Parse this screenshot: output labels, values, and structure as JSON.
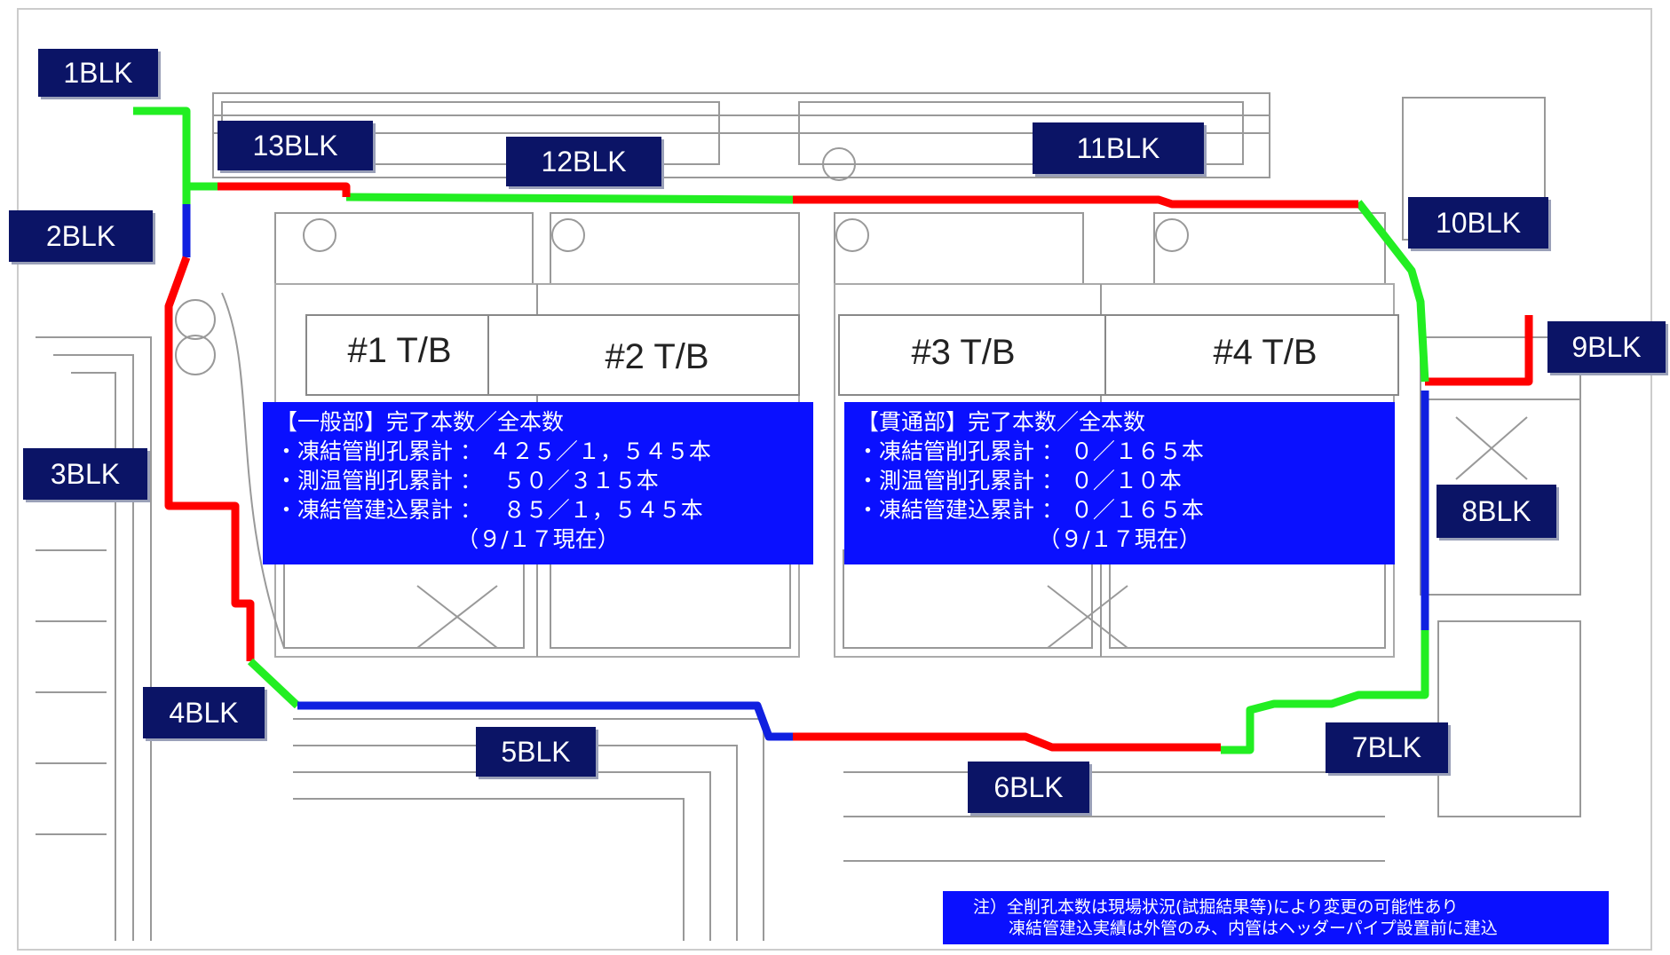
{
  "blocks": [
    {
      "id": "1",
      "label": "1BLK"
    },
    {
      "id": "2",
      "label": "2BLK"
    },
    {
      "id": "3",
      "label": "3BLK"
    },
    {
      "id": "4",
      "label": "4BLK"
    },
    {
      "id": "5",
      "label": "5BLK"
    },
    {
      "id": "6",
      "label": "6BLK"
    },
    {
      "id": "7",
      "label": "7BLK"
    },
    {
      "id": "8",
      "label": "8BLK"
    },
    {
      "id": "9",
      "label": "9BLK"
    },
    {
      "id": "10",
      "label": "10BLK"
    },
    {
      "id": "11",
      "label": "11BLK"
    },
    {
      "id": "12",
      "label": "12BLK"
    },
    {
      "id": "13",
      "label": "13BLK"
    }
  ],
  "turbine_buildings": [
    "#1 T/B",
    "#2 T/B",
    "#3 T/B",
    "#4 T/B"
  ],
  "general_section": {
    "title": "【一般部】完了本数／全本数",
    "lines": [
      "・凍結管削孔累計 ： ４２５／１，５４５本",
      "・測温管削孔累計 ：   ５０／３１５本",
      "・凍結管建込累計 ：   ８５／１，５４５本"
    ],
    "date": "（９/１７現在）"
  },
  "penetration_section": {
    "title": "【貫通部】完了本数／全本数",
    "lines": [
      "・凍結管削孔累計 ： ０／１６５本",
      "・測温管削孔累計 ： ０／１０本",
      "・凍結管建込累計 ： ０／１６５本"
    ],
    "date": "（９/１７現在）"
  },
  "note": {
    "lines": [
      "注）全削孔本数は現場状況(試掘結果等)により変更の可能性あり",
      "凍結管建込実績は外管のみ、内管はヘッダーパイプ設置前に建込"
    ]
  },
  "colors": {
    "red": "#ff0000",
    "green": "#22ee22",
    "blue": "#1020e0",
    "label_bg": "#0b1466",
    "info_bg": "#0a10ff",
    "drawing_line": "#999999"
  }
}
